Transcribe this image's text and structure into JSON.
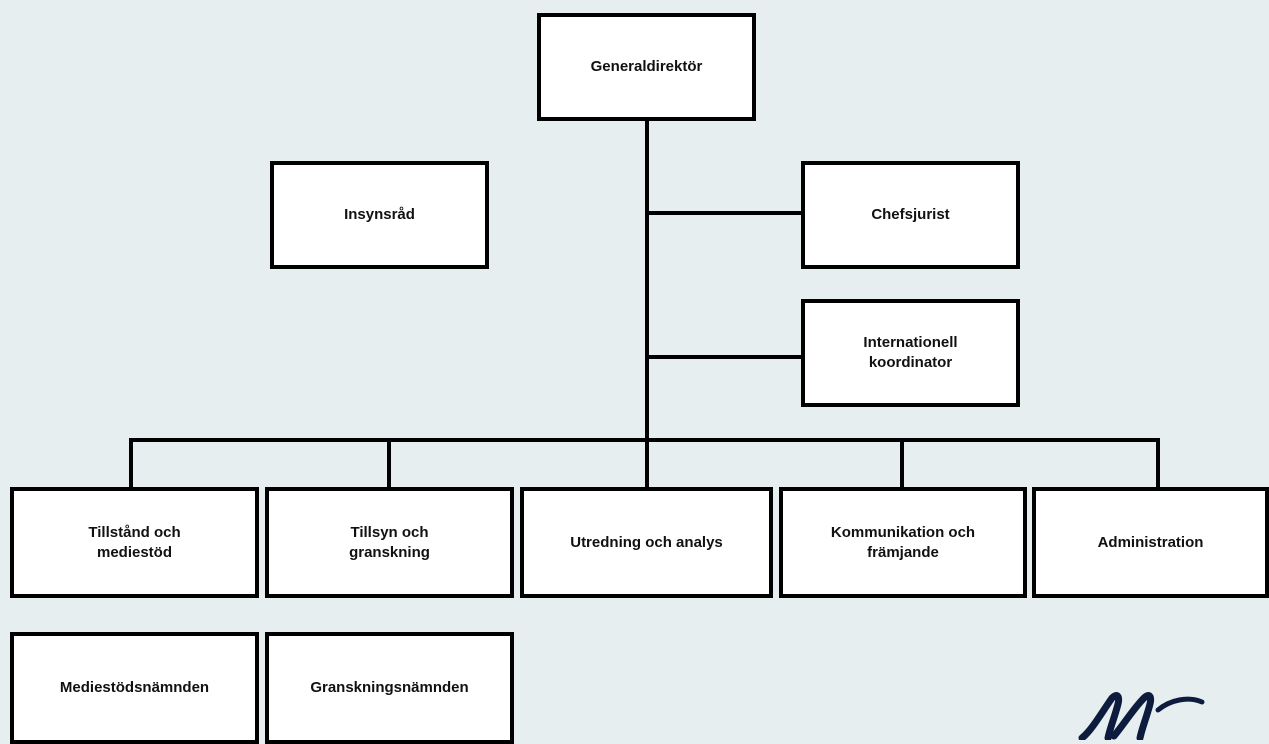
{
  "diagram": {
    "director": "Generaldirektör",
    "insight_council": "Insynsråd",
    "chief_lawyer": "Chefsjurist",
    "international_coordinator": "Internationell koordinator",
    "departments": [
      "Tillstånd och mediestöd",
      "Tillsyn och granskning",
      "Utredning och analys",
      "Kommunikation och främjande",
      "Administration"
    ],
    "boards": [
      "Mediestödsnämnden",
      "Granskningsnämnden"
    ]
  },
  "colors": {
    "background": "#e7eef0",
    "box_fill": "#ffffff",
    "border": "#000000",
    "logo": "#0d1b3e"
  },
  "logo": {
    "icon": "logo-mark-icon"
  }
}
